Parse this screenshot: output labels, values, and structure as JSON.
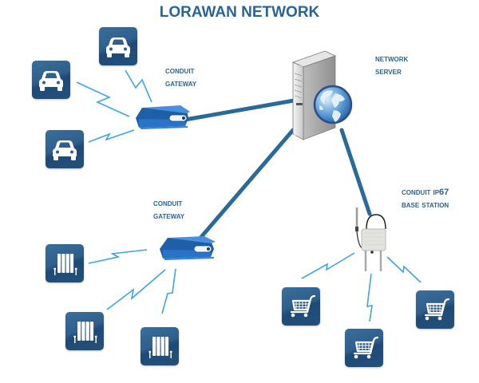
{
  "title": "LORAWAN NETWORK",
  "colors": {
    "title": "#2a6496",
    "backhaul_link": "#2a6a9a",
    "radio_link": "#3ea3e8",
    "tile": "#2f5f8c",
    "gateway_body": "#2a74c8"
  },
  "nodes": {
    "network_server": {
      "label_line1": "Network",
      "label_line2": "Server",
      "icon": "server-globe-icon"
    },
    "gateway_top": {
      "label_line1": "Conduit",
      "label_line2": "Gateway",
      "icon": "gateway-device-icon"
    },
    "gateway_bottom": {
      "label_line1": "Conduit",
      "label_line2": "Gateway",
      "icon": "gateway-device-icon"
    },
    "base_station": {
      "label_line1": "Conduit IP67",
      "label_line2": "Base Station",
      "icon": "outdoor-base-station-icon"
    }
  },
  "endpoints": {
    "cars": {
      "icon": "car-icon",
      "count": 3,
      "connected_to": "gateway_top"
    },
    "radiators": {
      "icon": "radiator-icon",
      "count": 3,
      "connected_to": "gateway_bottom"
    },
    "carts": {
      "icon": "shopping-cart-icon",
      "count": 3,
      "connected_to": "base_station"
    }
  },
  "links": [
    {
      "from": "gateway_top",
      "to": "network_server",
      "type": "backhaul"
    },
    {
      "from": "gateway_bottom",
      "to": "network_server",
      "type": "backhaul"
    },
    {
      "from": "base_station",
      "to": "network_server",
      "type": "backhaul"
    }
  ]
}
